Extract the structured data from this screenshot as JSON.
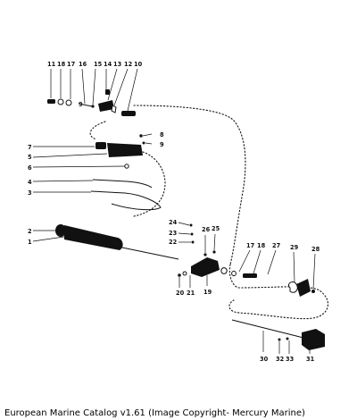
{
  "caption": "European Marine Catalog v1.61 (Image Copyright- Mercury Marine)",
  "callouts": {
    "n1": "1",
    "n2": "2",
    "n3": "3",
    "n4": "4",
    "n5": "5",
    "n6": "6",
    "n7": "7",
    "n8": "8",
    "n9": "9",
    "n10": "10",
    "n11": "11",
    "n12": "12",
    "n13": "13",
    "n14": "14",
    "n15": "15",
    "n16": "16",
    "n17": "17",
    "n18": "18",
    "n19": "19",
    "n20": "20",
    "n21": "21",
    "n22": "22",
    "n23": "23",
    "n24": "24",
    "n25": "25",
    "n26": "26",
    "n27": "27",
    "n28": "28",
    "n29": "29",
    "n30": "30",
    "n31": "31",
    "n32": "32",
    "n33": "33",
    "n17b": "17",
    "n18b": "18"
  }
}
